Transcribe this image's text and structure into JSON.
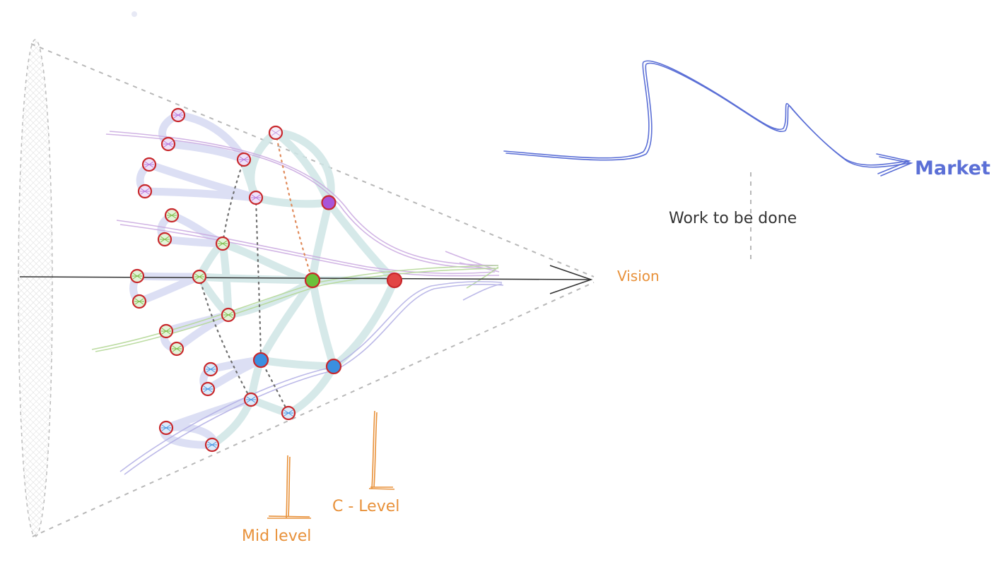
{
  "labels": {
    "vision": "Vision",
    "market": "Market",
    "work": "Work to be done",
    "c_level": "C - Level",
    "mid_level": "Mid level"
  },
  "colors": {
    "orange": "#e8913a",
    "blue": "#5b6fd6",
    "dark": "#333333",
    "grey_dash": "#b8b8b8",
    "teal_band": "#cfe6e6",
    "lavender_band": "#d9dcf3",
    "node_ring": "#c8282c",
    "node_red": "#e24545",
    "node_green": "#6bc13a",
    "node_blue": "#3a8fe0",
    "node_purple": "#a855d8"
  }
}
